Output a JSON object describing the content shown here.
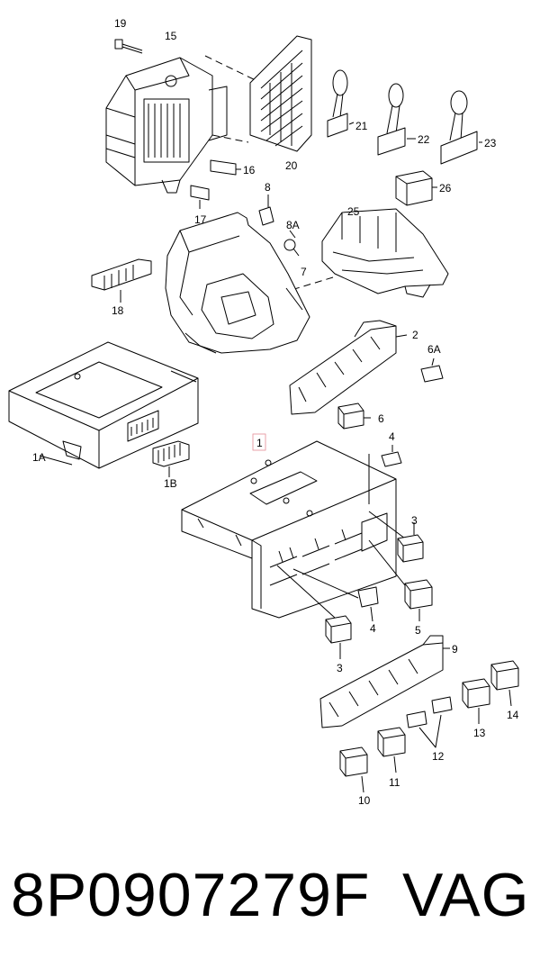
{
  "callouts": {
    "c19": "19",
    "c15": "15",
    "c20": "20",
    "c21": "21",
    "c22": "22",
    "c23": "23",
    "c16": "16",
    "c17": "17",
    "c8": "8",
    "c26": "26",
    "c8A": "8A",
    "c25": "25",
    "c7": "7",
    "c18": "18",
    "c2": "2",
    "c6A": "6A",
    "c6": "6",
    "c1A": "1A",
    "c1B": "1B",
    "c1": "1",
    "c4a": "4",
    "c3a": "3",
    "c5": "5",
    "c4b": "4",
    "c3b": "3",
    "c9": "9",
    "c14": "14",
    "c13": "13",
    "c12": "12",
    "c11": "11",
    "c10": "10"
  },
  "caption": {
    "part_number": "8P0907279F",
    "brand": "VAG"
  },
  "colors": {
    "line": "#000000",
    "highlight_box": "#e8a0a8",
    "background": "#ffffff"
  }
}
